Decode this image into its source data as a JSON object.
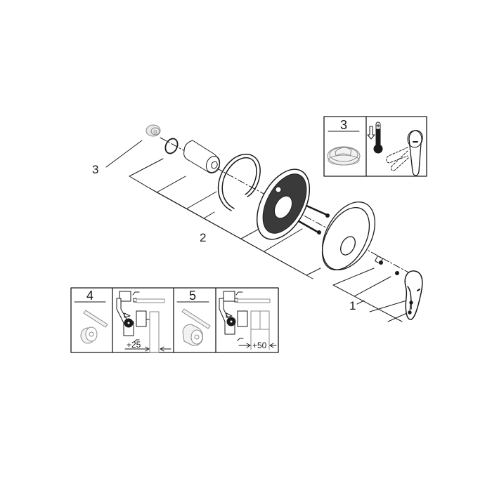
{
  "diagram": {
    "type": "exploded-parts-view",
    "subject": "Concealed single-lever shower mixer trim set",
    "colors": {
      "line": "#1a1a1a",
      "grey_part": "#9a9a9a",
      "background": "#ffffff"
    },
    "callouts": [
      {
        "id": "3",
        "label": "3",
        "part": "cartridge cap / temperature limiter"
      },
      {
        "id": "2",
        "label": "2",
        "part": "sleeve, retaining ring, escutcheon base plate, screws"
      },
      {
        "id": "1",
        "label": "1",
        "part": "escutcheon, nut, handle lever, screws"
      }
    ],
    "inset_top_right": {
      "number": "3",
      "icons": [
        "temperature-limiter-part-icon",
        "thermometer-down-icon",
        "lever-rotation-icon"
      ]
    },
    "inset_bottom": {
      "panels": [
        {
          "number": "4",
          "dimension": "+25"
        },
        {
          "number": "5",
          "dimension": "+50"
        }
      ]
    }
  }
}
